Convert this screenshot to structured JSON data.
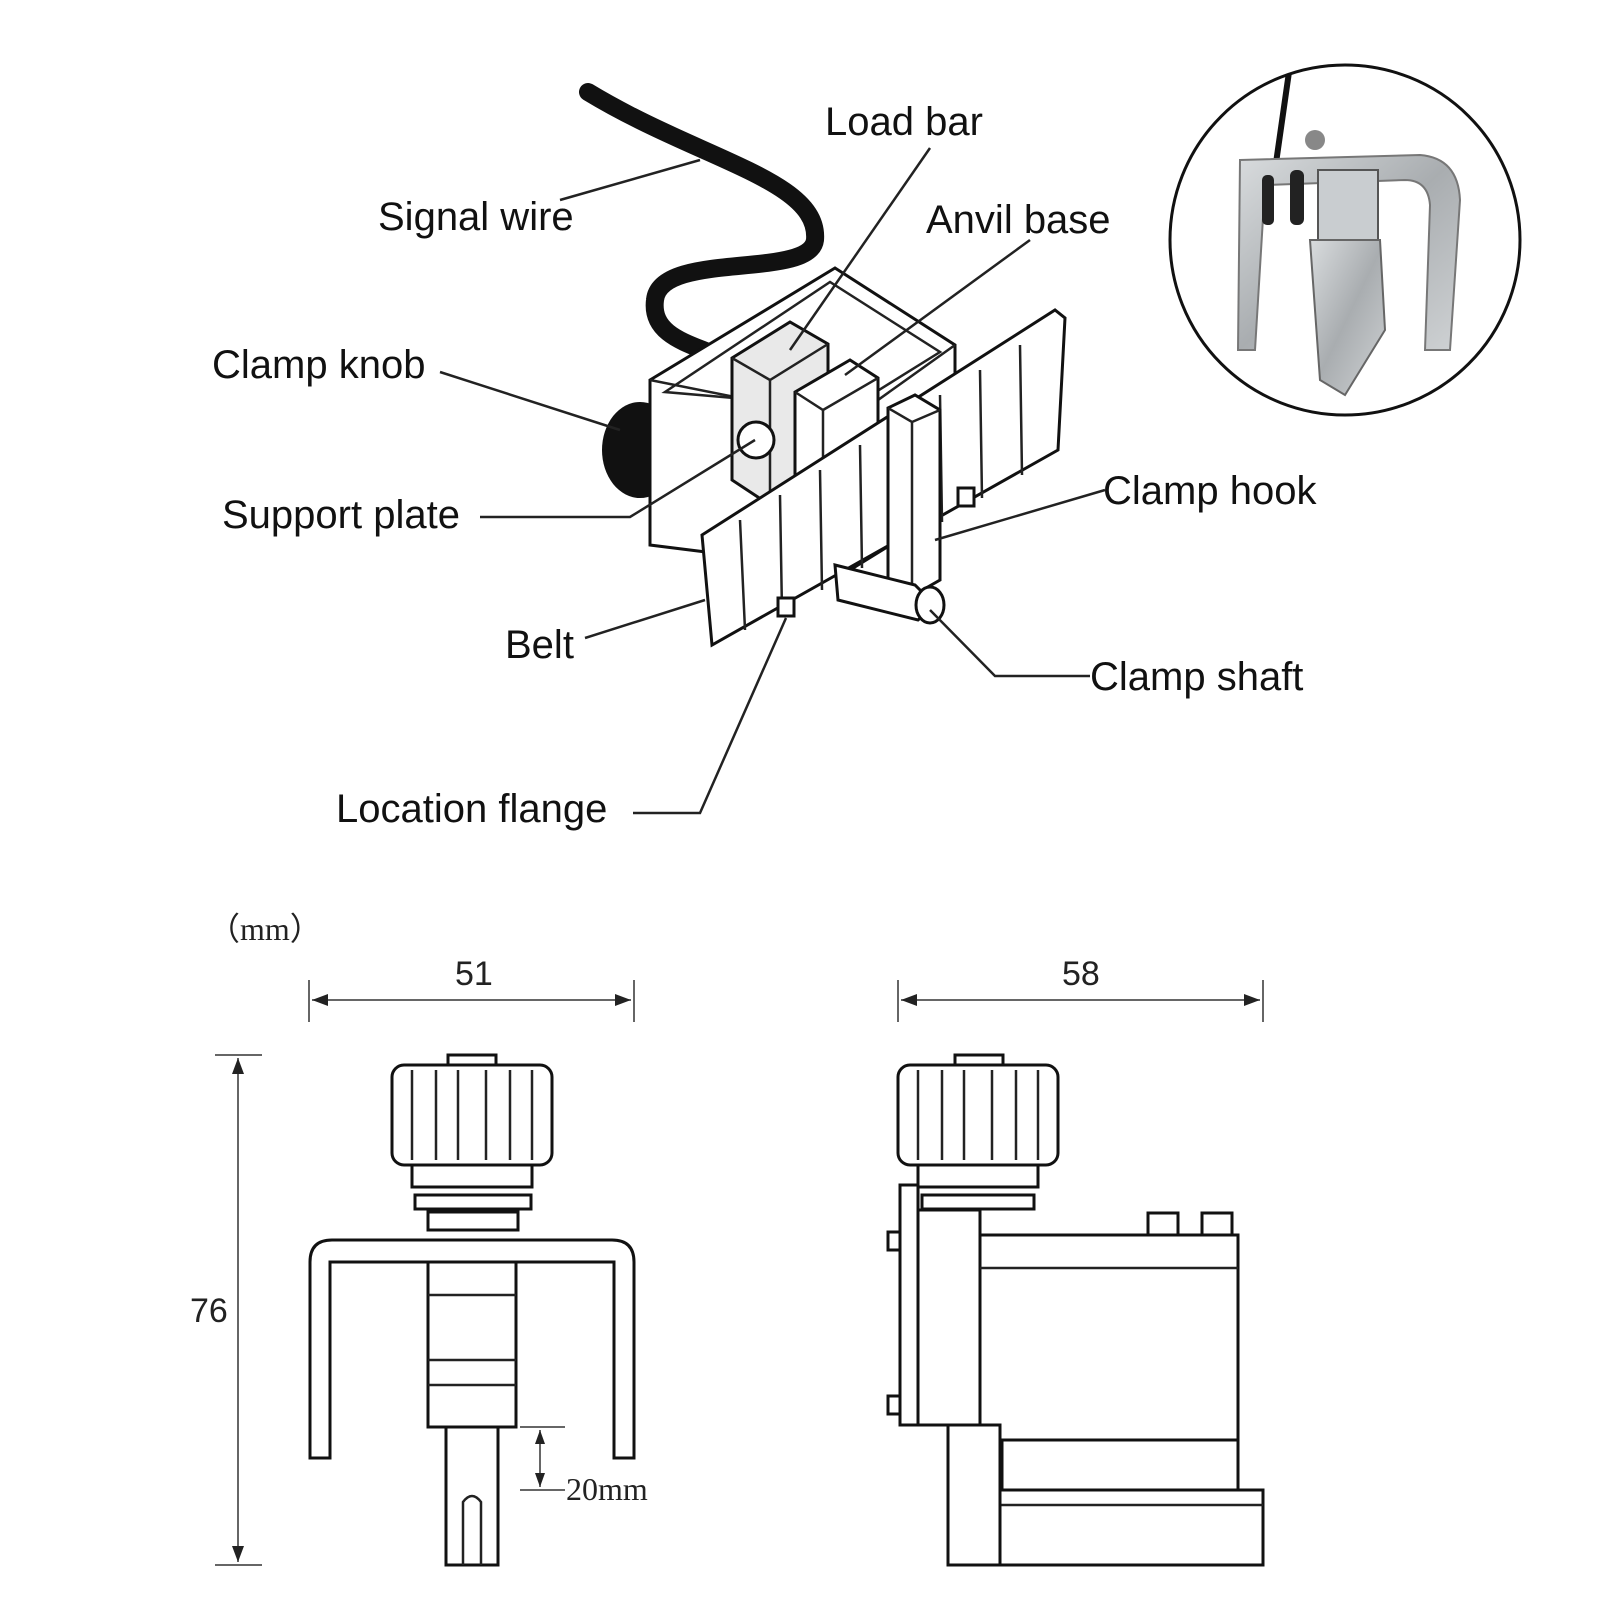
{
  "labels": {
    "signal_wire": "Signal wire",
    "load_bar": "Load bar",
    "anvil_base": "Anvil base",
    "clamp_knob": "Clamp knob",
    "support_plate": "Support plate",
    "clamp_hook": "Clamp hook",
    "belt": "Belt",
    "clamp_shaft": "Clamp shaft",
    "location_flange": "Location flange"
  },
  "dimensions": {
    "unit": "（mm）",
    "front_width": "51",
    "side_width": "58",
    "height": "76",
    "shaft": "20mm"
  },
  "colors": {
    "line": "#111111",
    "photo_steel": "#bfc3c6",
    "background": "#ffffff"
  }
}
